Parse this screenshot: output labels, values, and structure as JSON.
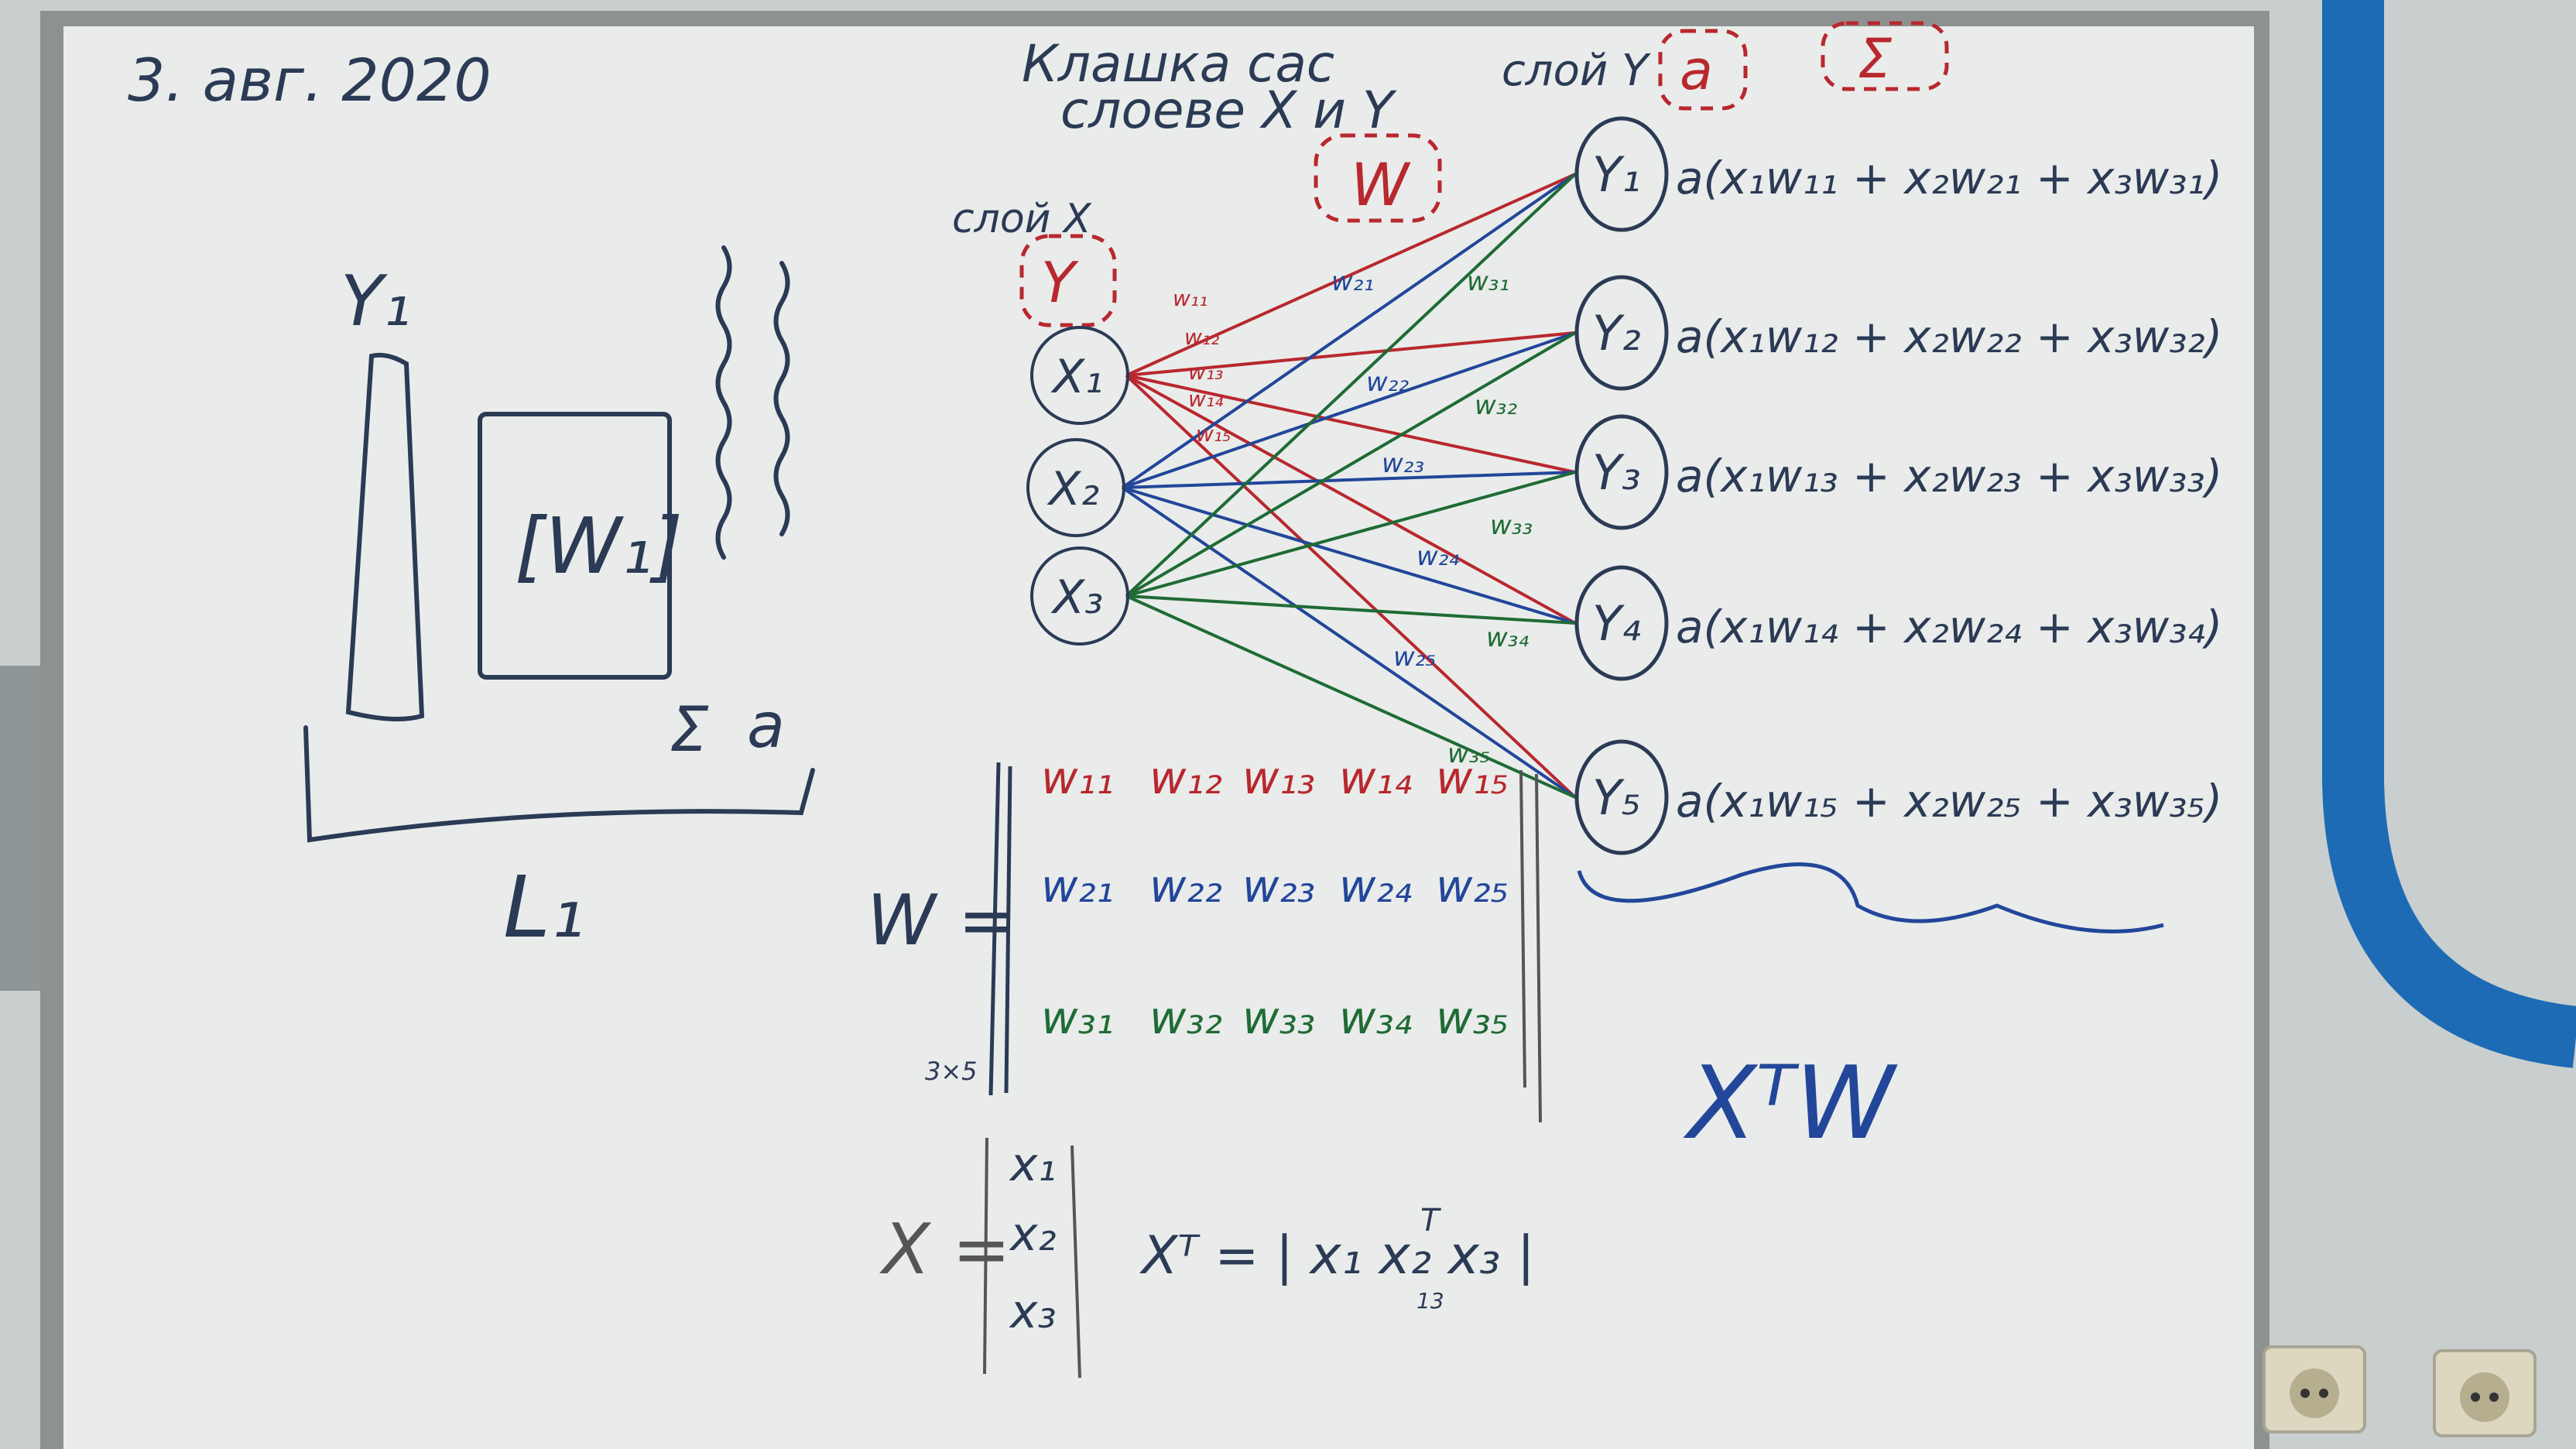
{
  "colors": {
    "wall": "#c9cfce",
    "board": "#e9ecea",
    "frame": "#8d9290",
    "ink_black": "#2b3a55",
    "ink_red": "#b8282e",
    "ink_blue": "#22469a",
    "ink_green": "#1f6b35",
    "stripe_blue": "#1d6bb5"
  },
  "board": {
    "date": "3. авг. 2020",
    "title_line1": "Клашка сас",
    "title_line2": "слоеве X и Y",
    "layer_y_label": "слой Y",
    "layer_y_a": "a",
    "layer_y_sigma": "Σ",
    "w_label": "W",
    "layer_x_label": "слой X",
    "layer_x_y": "Y",
    "left_y1": "Y₁",
    "left_w1": "[W₁]",
    "left_sigma": "Σ",
    "left_a": "a",
    "left_l1": "L₁"
  },
  "network": {
    "inputs": [
      {
        "label": "X₁",
        "color": "#b8282e"
      },
      {
        "label": "X₂",
        "color": "#22469a"
      },
      {
        "label": "X₃",
        "color": "#1f6b35"
      }
    ],
    "outputs": [
      {
        "label": "Y₁",
        "formula": "a(x₁w₁₁ + x₂w₂₁ + x₃w₃₁)"
      },
      {
        "label": "Y₂",
        "formula": "a(x₁w₁₂ + x₂w₂₂ + x₃w₃₂)"
      },
      {
        "label": "Y₃",
        "formula": "a(x₁w₁₃ + x₂w₂₃ + x₃w₃₃)"
      },
      {
        "label": "Y₄",
        "formula": "a(x₁w₁₄ + x₂w₂₄ + x₃w₃₄)"
      },
      {
        "label": "Y₅",
        "formula": "a(x₁w₁₅ + x₂w₂₅ + x₃w₃₅)"
      }
    ],
    "edge_labels": [
      {
        "text": "w₁₁",
        "color": "#b8282e"
      },
      {
        "text": "w₁₂",
        "color": "#b8282e"
      },
      {
        "text": "w₁₃",
        "color": "#b8282e"
      },
      {
        "text": "w₁₄",
        "color": "#b8282e"
      },
      {
        "text": "w₁₅",
        "color": "#b8282e"
      },
      {
        "text": "w₂₁",
        "color": "#22469a"
      },
      {
        "text": "w₂₂",
        "color": "#22469a"
      },
      {
        "text": "w₂₃",
        "color": "#22469a"
      },
      {
        "text": "w₂₄",
        "color": "#22469a"
      },
      {
        "text": "w₂₅",
        "color": "#22469a"
      },
      {
        "text": "w₃₁",
        "color": "#1f6b35"
      },
      {
        "text": "w₃₂",
        "color": "#1f6b35"
      },
      {
        "text": "w₃₃",
        "color": "#1f6b35"
      },
      {
        "text": "w₃₄",
        "color": "#1f6b35"
      },
      {
        "text": "w₃₅",
        "color": "#1f6b35"
      }
    ]
  },
  "matrix": {
    "name": "W =",
    "size": "3×5",
    "rows": [
      {
        "color": "#b8282e",
        "cells": [
          "w₁₁",
          "w₁₂",
          "w₁₃",
          "w₁₄",
          "w₁₅"
        ]
      },
      {
        "color": "#22469a",
        "cells": [
          "w₂₁",
          "w₂₂",
          "w₂₃",
          "w₂₄",
          "w₂₅"
        ]
      },
      {
        "color": "#1f6b35",
        "cells": [
          "w₃₁",
          "w₃₂",
          "w₃₃",
          "w₃₄",
          "w₃₅"
        ]
      }
    ]
  },
  "vector": {
    "name": "X =",
    "entries": [
      "x₁",
      "x₂",
      "x₃"
    ],
    "transpose": "Xᵀ = | x₁ x₂ x₃ |",
    "transpose_sup": "T",
    "transpose_size": "13"
  },
  "product": "XᵀW"
}
